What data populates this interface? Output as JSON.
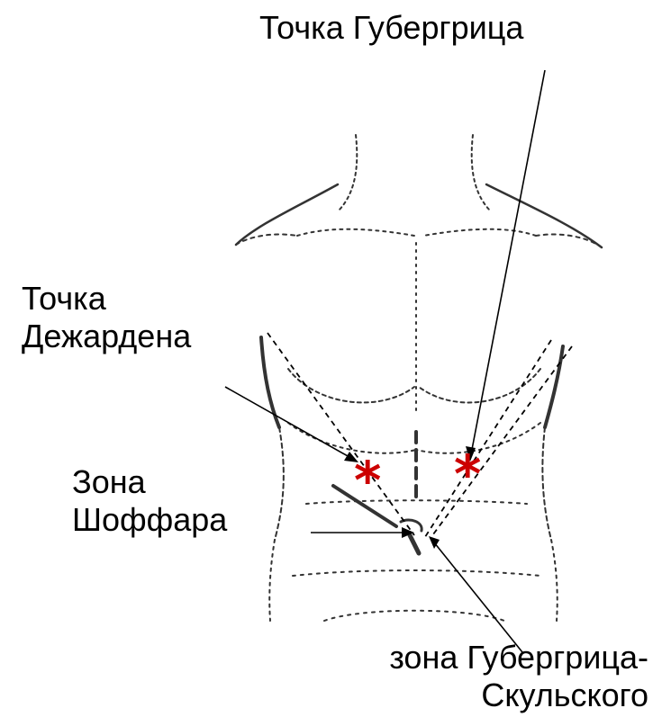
{
  "labels": {
    "gubergritz_point": "Точка Губергрица",
    "desjardins_point": [
      "Точка",
      "Дежардена"
    ],
    "chauffard_zone": [
      "Зона",
      "Шоффара"
    ],
    "gubergritz_skulsky_zone": [
      "зона Губергрица-",
      "Скульского"
    ]
  },
  "markers": {
    "symbol": "*",
    "color": "#cc0000"
  },
  "colors": {
    "line": "#000000",
    "figure": "#333333"
  }
}
